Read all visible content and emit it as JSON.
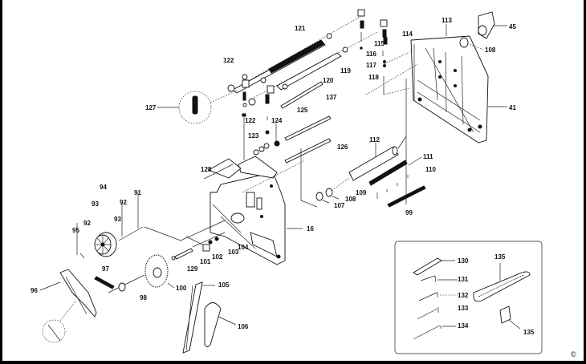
{
  "diagram": {
    "title": "Exploded parts diagram",
    "copyright_symbol": "©",
    "callouts": [
      {
        "id": "c121",
        "text": "121"
      },
      {
        "id": "c122a",
        "text": "122"
      },
      {
        "id": "c122b",
        "text": "122"
      },
      {
        "id": "c127",
        "text": "127"
      },
      {
        "id": "c119",
        "text": "119"
      },
      {
        "id": "c120",
        "text": "120"
      },
      {
        "id": "c137",
        "text": "137"
      },
      {
        "id": "c125",
        "text": "125"
      },
      {
        "id": "c124",
        "text": "124"
      },
      {
        "id": "c123",
        "text": "123"
      },
      {
        "id": "c126",
        "text": "126"
      },
      {
        "id": "c128",
        "text": "128"
      },
      {
        "id": "c115",
        "text": "115"
      },
      {
        "id": "c116",
        "text": "116"
      },
      {
        "id": "c117",
        "text": "117"
      },
      {
        "id": "c118",
        "text": "118"
      },
      {
        "id": "c114",
        "text": "114"
      },
      {
        "id": "c113",
        "text": "113"
      },
      {
        "id": "c45",
        "text": "45"
      },
      {
        "id": "c108a",
        "text": "108"
      },
      {
        "id": "c41",
        "text": "41"
      },
      {
        "id": "c112",
        "text": "112"
      },
      {
        "id": "c111",
        "text": "111"
      },
      {
        "id": "c110",
        "text": "110"
      },
      {
        "id": "c109",
        "text": "109"
      },
      {
        "id": "c108b",
        "text": "108"
      },
      {
        "id": "c107",
        "text": "107"
      },
      {
        "id": "c99",
        "text": "99"
      },
      {
        "id": "c16",
        "text": "16"
      },
      {
        "id": "c94",
        "text": "94"
      },
      {
        "id": "c93a",
        "text": "93"
      },
      {
        "id": "c93b",
        "text": "93"
      },
      {
        "id": "c92a",
        "text": "92"
      },
      {
        "id": "c92b",
        "text": "92"
      },
      {
        "id": "c91",
        "text": "91"
      },
      {
        "id": "c95",
        "text": "95"
      },
      {
        "id": "c104",
        "text": "104"
      },
      {
        "id": "c103",
        "text": "103"
      },
      {
        "id": "c102",
        "text": "102"
      },
      {
        "id": "c101",
        "text": "101"
      },
      {
        "id": "c129",
        "text": "129"
      },
      {
        "id": "c97",
        "text": "97"
      },
      {
        "id": "c96",
        "text": "96"
      },
      {
        "id": "c98",
        "text": "98"
      },
      {
        "id": "c100",
        "text": "100"
      },
      {
        "id": "c105",
        "text": "105"
      },
      {
        "id": "c106",
        "text": "106"
      },
      {
        "id": "c130",
        "text": "130"
      },
      {
        "id": "c131",
        "text": "131"
      },
      {
        "id": "c132",
        "text": "132"
      },
      {
        "id": "c133",
        "text": "133"
      },
      {
        "id": "c134",
        "text": "134"
      },
      {
        "id": "c135a",
        "text": "135"
      },
      {
        "id": "c135b",
        "text": "135"
      }
    ]
  }
}
